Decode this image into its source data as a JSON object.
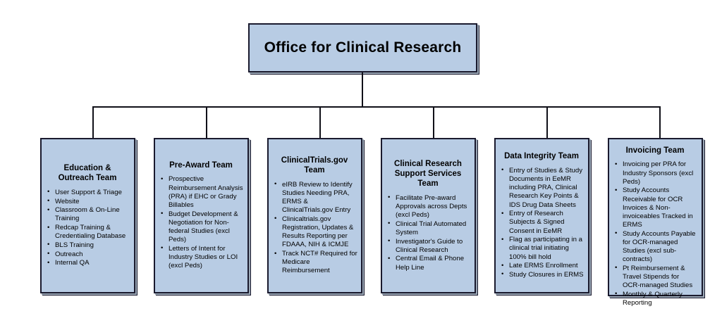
{
  "diagram": {
    "type": "organizational-chart",
    "orientation": "top-down",
    "colors": {
      "node_fill": "#b8cce4",
      "node_border": "#1a1a2e",
      "connector": "#101018",
      "background": "#ffffff",
      "text": "#000000"
    },
    "root": {
      "title": "Office for Clinical Research"
    },
    "teams": [
      {
        "title": "Education & Outreach Team",
        "bullets": [
          "User Support & Triage",
          "Website",
          "Classroom & On-Line Training",
          "Redcap Training & Credentialing Database",
          "BLS Training",
          "Outreach",
          "Internal QA"
        ]
      },
      {
        "title": "Pre-Award Team",
        "bullets": [
          "Prospective Reimbursement Analysis (PRA) if EHC or Grady Billables",
          "Budget Development & Negotiation for Non-federal Studies (excl Peds)",
          "Letters of Intent for Industry Studies or LOI (excl Peds)"
        ]
      },
      {
        "title": "ClinicalTrials.gov Team",
        "bullets": [
          "eIRB Review to Identify Studies Needing PRA, ERMS & ClinicalTrials.gov Entry",
          "Clinicaltrials.gov Registration, Updates & Results Reporting per FDAAA, NIH & ICMJE",
          "Track NCT# Required for Medicare Reimbursement"
        ]
      },
      {
        "title": "Clinical Research Support Services Team",
        "bullets": [
          "Facilitate Pre-award Approvals across Depts (excl Peds)",
          "Clinical Trial Automated System",
          "Investigator's Guide to Clinical Research",
          "Central Email & Phone Help Line"
        ]
      },
      {
        "title": "Data Integrity Team",
        "bullets": [
          "Entry of Studies & Study Documents in EeMR including PRA, Clinical Research Key Points & IDS Drug Data Sheets",
          "Entry of Research Subjects & Signed Consent in EeMR",
          "Flag as participating in a clinical trial initiating 100% bill hold",
          "Late ERMS Enrollment",
          "Study Closures in ERMS"
        ]
      },
      {
        "title": "Invoicing Team",
        "bullets": [
          "Invoicing per PRA for Industry Sponsors (excl Peds)",
          "Study Accounts Receivable for OCR Invoices & Non-invoiceables Tracked in ERMS",
          "Study Accounts Payable for OCR-managed Studies (excl sub-contracts)",
          "Pt Reimbursement & Travel Stipends for OCR-managed Studies",
          "Monthly & Quarterly Reporting"
        ]
      }
    ]
  }
}
